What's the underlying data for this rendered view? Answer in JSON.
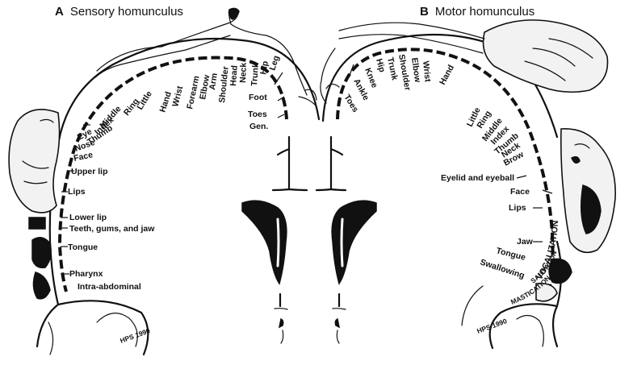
{
  "sensory": {
    "letter": "A",
    "title": "Sensory homunculus",
    "upper_labels": [
      "Little",
      "Ring",
      "Middle",
      "Index",
      "Thumb",
      "Eye",
      "Nose",
      "Face"
    ],
    "arc_labels": [
      "Hand",
      "Wrist",
      "Forearm",
      "Elbow",
      "Arm",
      "Shoulder",
      "Head",
      "Neck",
      "Trunk",
      "Hip",
      "Leg"
    ],
    "medial_labels": [
      "Foot",
      "Toes",
      "Gen."
    ],
    "lateral_labels": [
      "Upper lip",
      "Lips",
      "Lower lip",
      "Teeth, gums, and jaw",
      "Tongue",
      "Pharynx",
      "Intra-abdominal"
    ],
    "signature": "HPS 1990"
  },
  "motor": {
    "letter": "B",
    "title": "Motor homunculus",
    "arc_labels": [
      "Ankle",
      "Toes",
      "Knee",
      "Hip",
      "Trunk",
      "Shoulder",
      "Elbow",
      "Wrist",
      "Hand"
    ],
    "hand_labels": [
      "Little",
      "Ring",
      "Middle",
      "Index",
      "Thumb",
      "Neck",
      "Brow"
    ],
    "lateral_labels": [
      "Eyelid and eyeball",
      "Face",
      "Lips",
      "Jaw",
      "Tongue",
      "Swallowing"
    ],
    "curved_labels": [
      "VOCALIZATION",
      "SALIVATION",
      "MASTICATION"
    ],
    "signature": "HPS 1990"
  }
}
